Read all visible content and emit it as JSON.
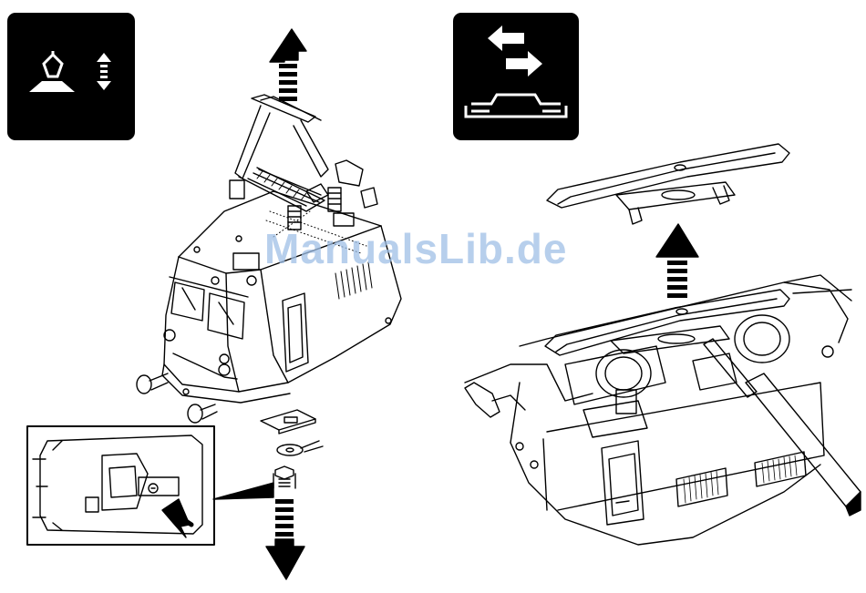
{
  "document": {
    "watermark_text": "ManualsLib.de",
    "panels": [
      {
        "name": "pantograph-remove",
        "icon": "pantograph-raise-lower-icon"
      },
      {
        "name": "roof-bracket-replace",
        "icon": "swap-arrows-icon"
      }
    ],
    "colors": {
      "ink": "#000000",
      "paper": "#ffffff",
      "watermark": "#9fbfe6"
    }
  }
}
